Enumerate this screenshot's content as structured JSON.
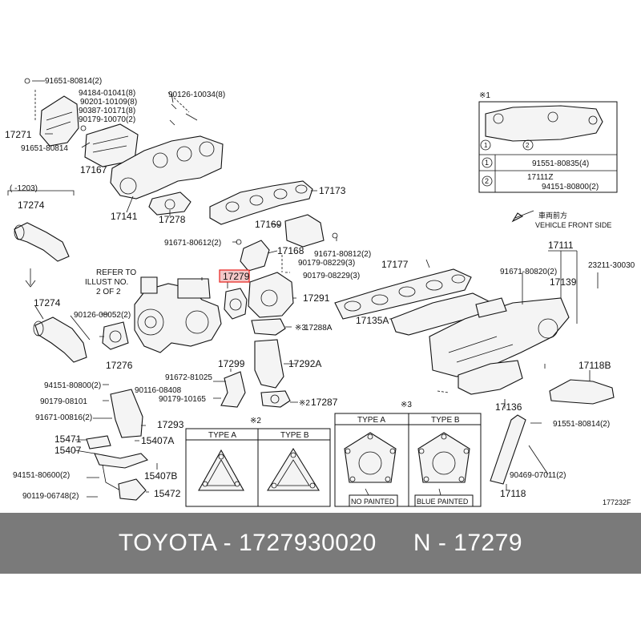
{
  "labels": {
    "l91651a": "91651-80814(2)",
    "l94184": "94184-01041(8)",
    "l90201": "90201-10109(8)",
    "l90387": "90387-10171(8)",
    "l90179a": "90179-10070(2)",
    "l90126a": "90126-10034(8)",
    "l17271": "17271",
    "l91651b": "91651-80814",
    "l17167": "17167",
    "l17141": "17141",
    "l17278": "17278",
    "l17173": "17173",
    "l17169": "17169",
    "l91671a": "91671-80612(2)",
    "l17168": "17168",
    "l91671b": "91671-80812(2)",
    "l90179b": "90179-08229(3)",
    "l90179c": "90179-08229(3)",
    "l17279": "17279",
    "l17291": "17291",
    "l17288a": "17288A",
    "l17299": "17299",
    "l17292a": "17292A",
    "l91672": "91672-81025",
    "l90116": "90116-08408",
    "l90179d": "90179-10165",
    "l17287": "17287",
    "l1203": "(    -1203)",
    "l17274a": "17274",
    "l17274b": "17274",
    "lrefer1": "REFER TO",
    "lrefer2": "ILLUST NO.",
    "lrefer3": "2 OF 2",
    "l90126b": "90126-08052(2)",
    "l17276": "17276",
    "l94151a": "94151-80800(2)",
    "l90179e": "90179-08101",
    "l91671c": "91671-00816(2)",
    "l17293": "17293",
    "l15471": "15471",
    "l15407": "15407",
    "l15407a": "15407A",
    "l94151b": "94151-80600(2)",
    "l15407b": "15407B",
    "l90119": "90119-06748(2)",
    "l15472": "15472",
    "lmark1": "※1",
    "lmark2": "※2",
    "lmark3": "※3",
    "l91551a": "91551-80835(4)",
    "l17111z": "17111Z",
    "l94151c": "94151-80800(2)",
    "lvehjp": "車両前方",
    "lveh": "VEHICLE FRONT SIDE",
    "l17111": "17111",
    "l91671d": "91671-80820(2)",
    "l17139": "17139",
    "l23211": "23211-30030",
    "l17177": "17177",
    "l17135a": "17135A",
    "l17118b": "17118B",
    "l17136": "17136",
    "l91551b": "91551-80814(2)",
    "l90469": "90469-07011(2)",
    "l17118": "17118",
    "ltypeA1": "TYPE A",
    "ltypeB1": "TYPE B",
    "ltypeA2": "TYPE A",
    "ltypeB2": "TYPE B",
    "lnopaint": "NO PAINTED",
    "lbluepaint": "BLUE PAINTED",
    "lcode": "177232F",
    "lcirc1a": "1",
    "lcirc2a": "2",
    "lcirc1b": "1",
    "lcirc2b": "2"
  },
  "caption": {
    "part": "TOYOTA - 1727930020",
    "number": "N - 17279"
  },
  "colors": {
    "highlight_border": "#e8211d",
    "highlight_fill": "#f2c7c7",
    "caption_bg": "#7a7a7a"
  }
}
